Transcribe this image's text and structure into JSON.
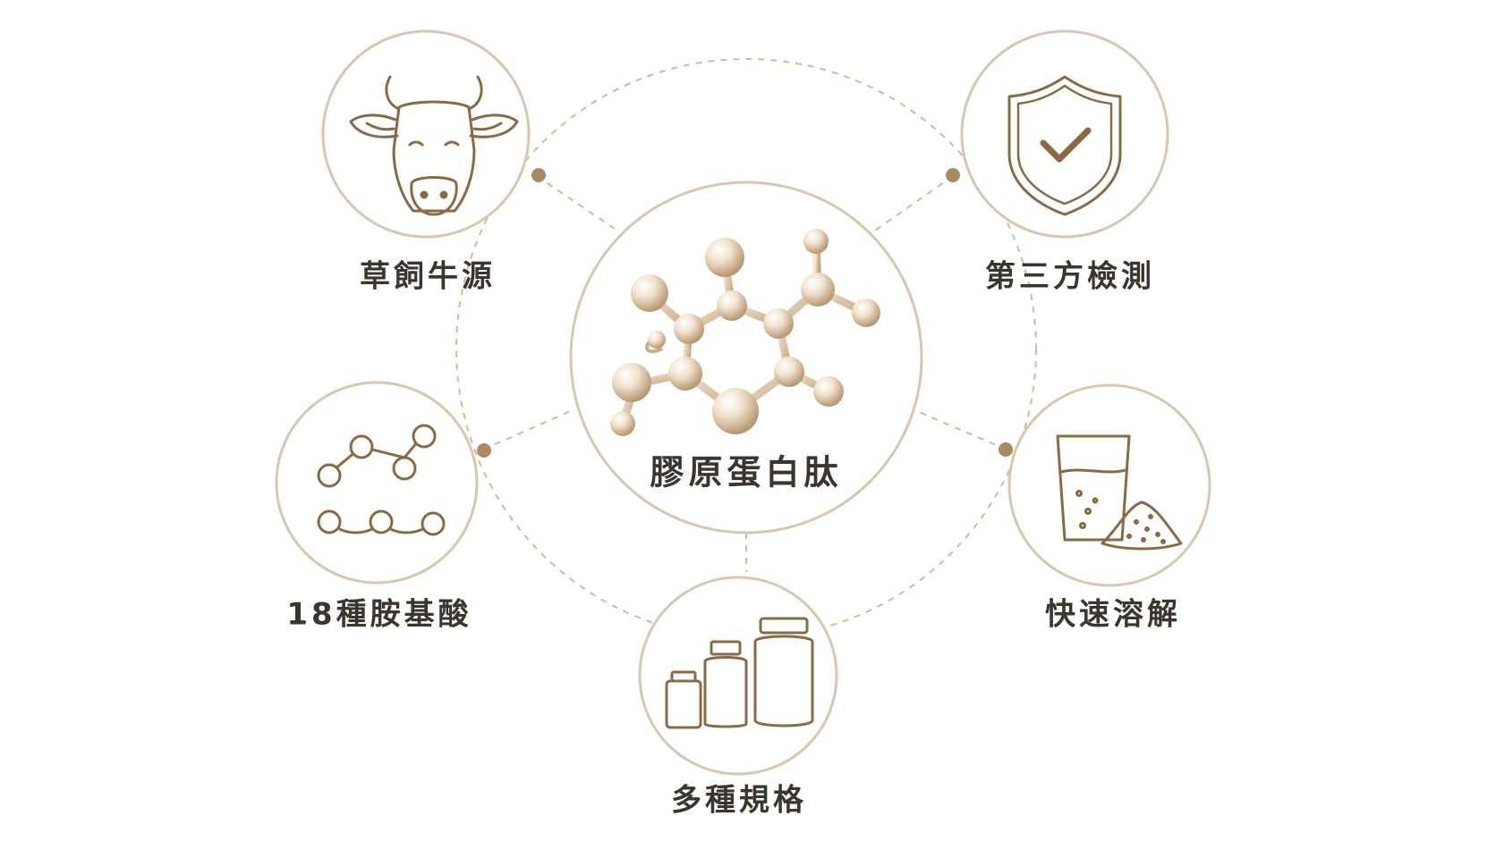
{
  "colors": {
    "accent": "#a88a63",
    "ring": "#d8c6ad",
    "dash": "#d2b99b",
    "icon": "#8a6a45",
    "text": "#3b3530",
    "molecule": "#e9d3b8"
  },
  "center": {
    "label": "膠原蛋白肽",
    "icon": "molecule-icon"
  },
  "features": [
    {
      "label": "草飼牛源",
      "icon": "cow-icon"
    },
    {
      "label": "第三方檢測",
      "icon": "shield-check-icon"
    },
    {
      "label": "18種胺基酸",
      "icon": "amino-chain-icon"
    },
    {
      "label": "快速溶解",
      "icon": "glass-powder-icon"
    },
    {
      "label": "多種規格",
      "icon": "bottles-icon"
    }
  ]
}
